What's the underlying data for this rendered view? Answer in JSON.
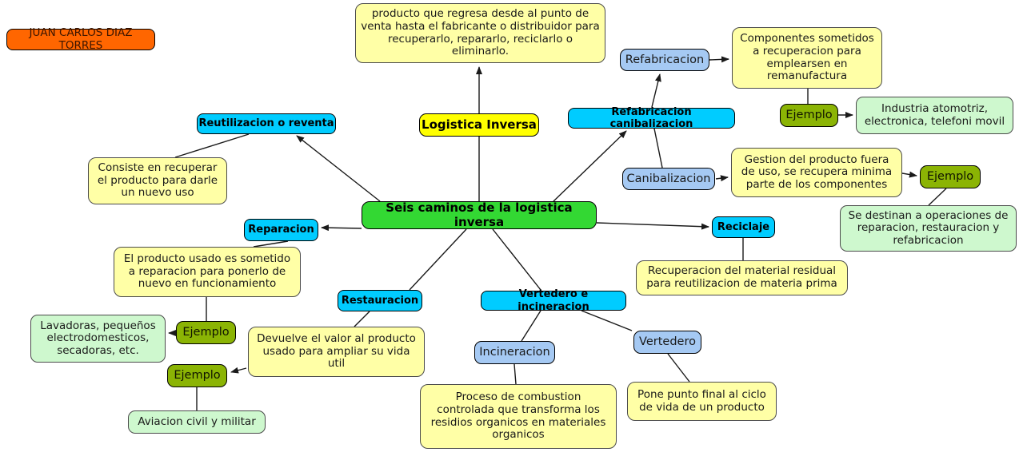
{
  "author": "JUAN CARLOS DIAZ TORRES",
  "colors": {
    "author_bg": "#FF6600",
    "title_bg": "#FFFF00",
    "center_bg": "#33D833",
    "topic_bg": "#00CCFF",
    "subtopic_bg": "#A5C9F3",
    "example_bg": "#8BB404",
    "description_bg": "#FFFFA6",
    "result_bg": "#CEF8CE",
    "connector": "#1a1a1a"
  },
  "nodes": {
    "definition": "producto que regresa desde al punto de venta hasta el fabricante o distribuidor para recuperarlo, repararlo, reciclarlo o eliminarlo.",
    "logistica_inversa": "Logistica Inversa",
    "seis_caminos": "Seis caminos de la logistica inversa",
    "reutilizacion_reventa": "Reutilizacion o reventa",
    "reutilizacion_desc": "Consiste en recuperar el producto para darle un nuevo uso",
    "reparacion": "Reparacion",
    "reparacion_desc": "El producto usado es sometido a reparacion para ponerlo de nuevo en funcionamiento",
    "ejemplo_reparacion": "Ejemplo",
    "reparacion_ejemplo_desc": "Lavadoras, pequeños electrodomesticos, secadoras, etc.",
    "restauracion": "Restauracion",
    "restauracion_desc": "Devuelve el valor al producto usado para ampliar su vida util",
    "ejemplo_restauracion": "Ejemplo",
    "restauracion_ejemplo_desc": "Aviacion civil y militar",
    "vertedero_incineracion": "Vertedero e incineracion",
    "incineracion": "Incineracion",
    "incineracion_desc": "Proceso de combustion controlada que transforma los residios organicos en materiales organicos",
    "vertedero": "Vertedero",
    "vertedero_desc": "Pone punto final al ciclo de vida de un producto",
    "reciclaje": "Reciclaje",
    "reciclaje_desc": "Recuperacion del material residual para reutilizacion de materia prima",
    "refabricacion_canibalizacion": "Refabricacion canibalizacion",
    "refabricacion": "Refabricacion",
    "refabricacion_desc": "Componentes sometidos a recuperacion para emplearsen en remanufactura",
    "ejemplo_refabricacion": "Ejemplo",
    "refabricacion_ejemplo_desc": "Industria atomotriz, electronica, telefoni movil",
    "canibalizacion": "Canibalizacion",
    "canibalizacion_desc": "Gestion del producto fuera de uso, se recupera minima parte de los componentes",
    "ejemplo_canibalizacion": "Ejemplo",
    "canibalizacion_ejemplo_desc": "Se destinan a operaciones de reparacion, restauracion y refabricacion"
  }
}
